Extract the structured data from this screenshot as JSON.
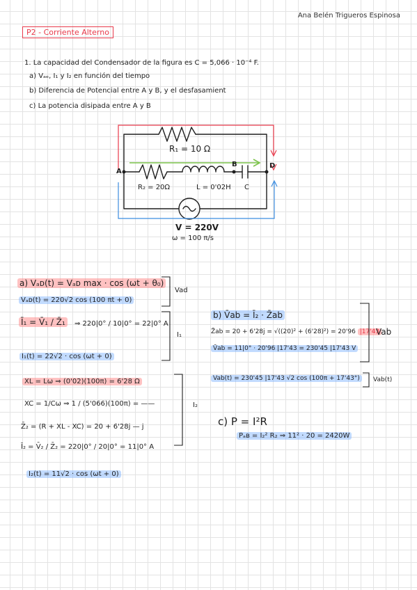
{
  "header": {
    "author": "Ana Belén Trigueros Espinosa",
    "title": "P2 - Corriente Alterno"
  },
  "problem": {
    "statement": "1. La capacidad del Condensador de la figura es C = 5,066 · 10⁻⁴ F.",
    "part_a": "a) Vₐₑ, I₁ y I₂ en función del tiempo",
    "part_b": "b) Diferencia de Potencial entre A y B, y el desfasamient",
    "part_c": "c) La potencia disipada entre A y B"
  },
  "circuit": {
    "r1_label": "R₁ = 10 Ω",
    "r2_label": "R₂ = 20Ω",
    "l_label": "L = 0'02H",
    "c_label": "C",
    "node_a": "A",
    "node_b": "B",
    "node_d": "D",
    "voltage": "V = 220V",
    "omega": "ω = 100 π/s"
  },
  "solution_a": {
    "vad_formula": "a) Vₐᴅ(t) = Vₐᴅ max · cos (ωt + θ₀)",
    "vad_value": "Vₐᴅ(t) = 220√2 cos (100 πt + 0)",
    "vad_label": "Vad",
    "i1_phasor": "Ī₁ = V̄₁ / Z̄₁",
    "i1_calc": "⇒ 220|0° / 10|0° = 22|0° A",
    "i1_label": "I₁",
    "i1_time": "I₁(t) = 22√2 · cos (ωt + 0)",
    "xl": "XL = Lω ⇒ (0'02)(100π) = 6'28 Ω",
    "xc": "XC = 1/Cω ⇒ 1 / (5'066)(100π) = ——",
    "z2": "Z̄₂ = (R + XL - XC) = 20 + 6'28j — j",
    "i2_phasor": "Ī₂ = V̄₂ / Z̄₂ = 220|0° / 20|0° = 11|0° A",
    "i2_label": "I₂",
    "i2_time": "I₂(t) = 11√2 · cos (ωt + 0)"
  },
  "solution_b": {
    "vab_phasor": "b) V̄ab = Ī₂ · Z̄ab",
    "zab": "Z̄ab = 20 + 6'28j = √((20)² + (6'28)²) = 20'96",
    "zab_angle": "|17'43",
    "vab_value": "V̄ab = 11|0° · 20'96 |17'43 = 230'45 |17'43 V",
    "vab_label": "Vab",
    "vab_time": "Vab(t) = 230'45 |17'43 √2 cos (100π + 17'43°)",
    "vab_time_label": "Vab(t)"
  },
  "solution_c": {
    "power": "c) P = I²R",
    "power_calc": "Pₐʙ = I₂² R₂ ⇒ 11² · 20 = 2420W"
  },
  "colors": {
    "accent_red": "#e8394a",
    "accent_blue": "#3c8de0",
    "accent_green": "#7cc34a"
  }
}
